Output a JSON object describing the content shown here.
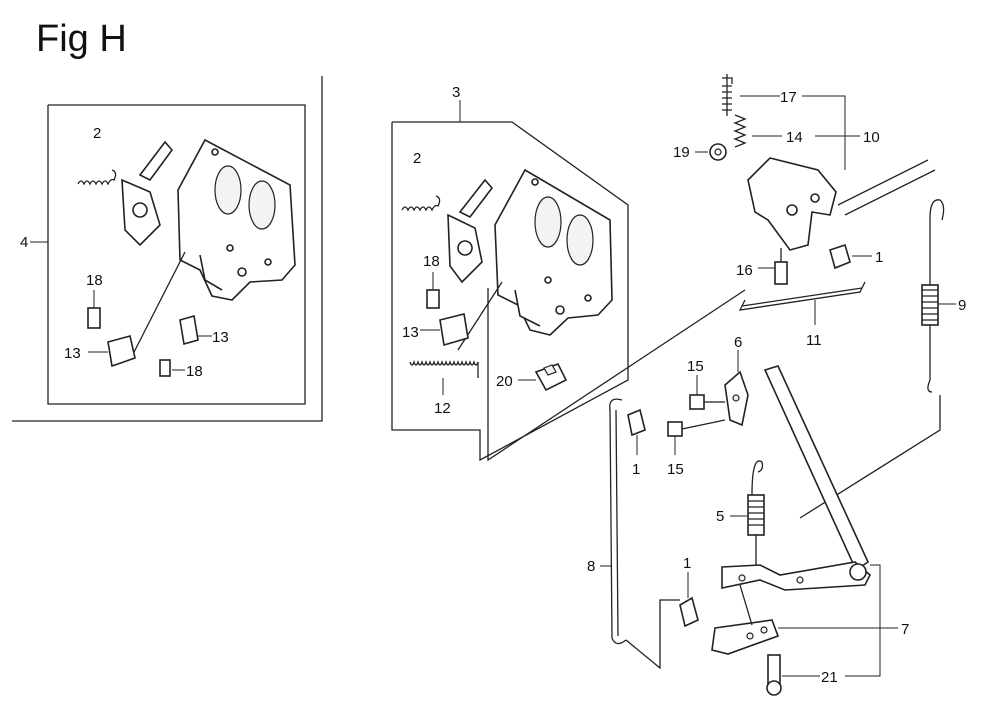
{
  "figure": {
    "title": "Fig H"
  },
  "callouts": {
    "c1a": "1",
    "c1b": "1",
    "c1c": "1",
    "c2a": "2",
    "c2b": "2",
    "c3": "3",
    "c4": "4",
    "c5": "5",
    "c6": "6",
    "c7": "7",
    "c8": "8",
    "c9": "9",
    "c10": "10",
    "c11": "11",
    "c12": "12",
    "c13a": "13",
    "c13b": "13",
    "c13c": "13",
    "c14": "14",
    "c15a": "15",
    "c15b": "15",
    "c16": "16",
    "c17": "17",
    "c18a": "18",
    "c18b": "18",
    "c18c": "18",
    "c19": "19",
    "c20": "20",
    "c21": "21"
  }
}
